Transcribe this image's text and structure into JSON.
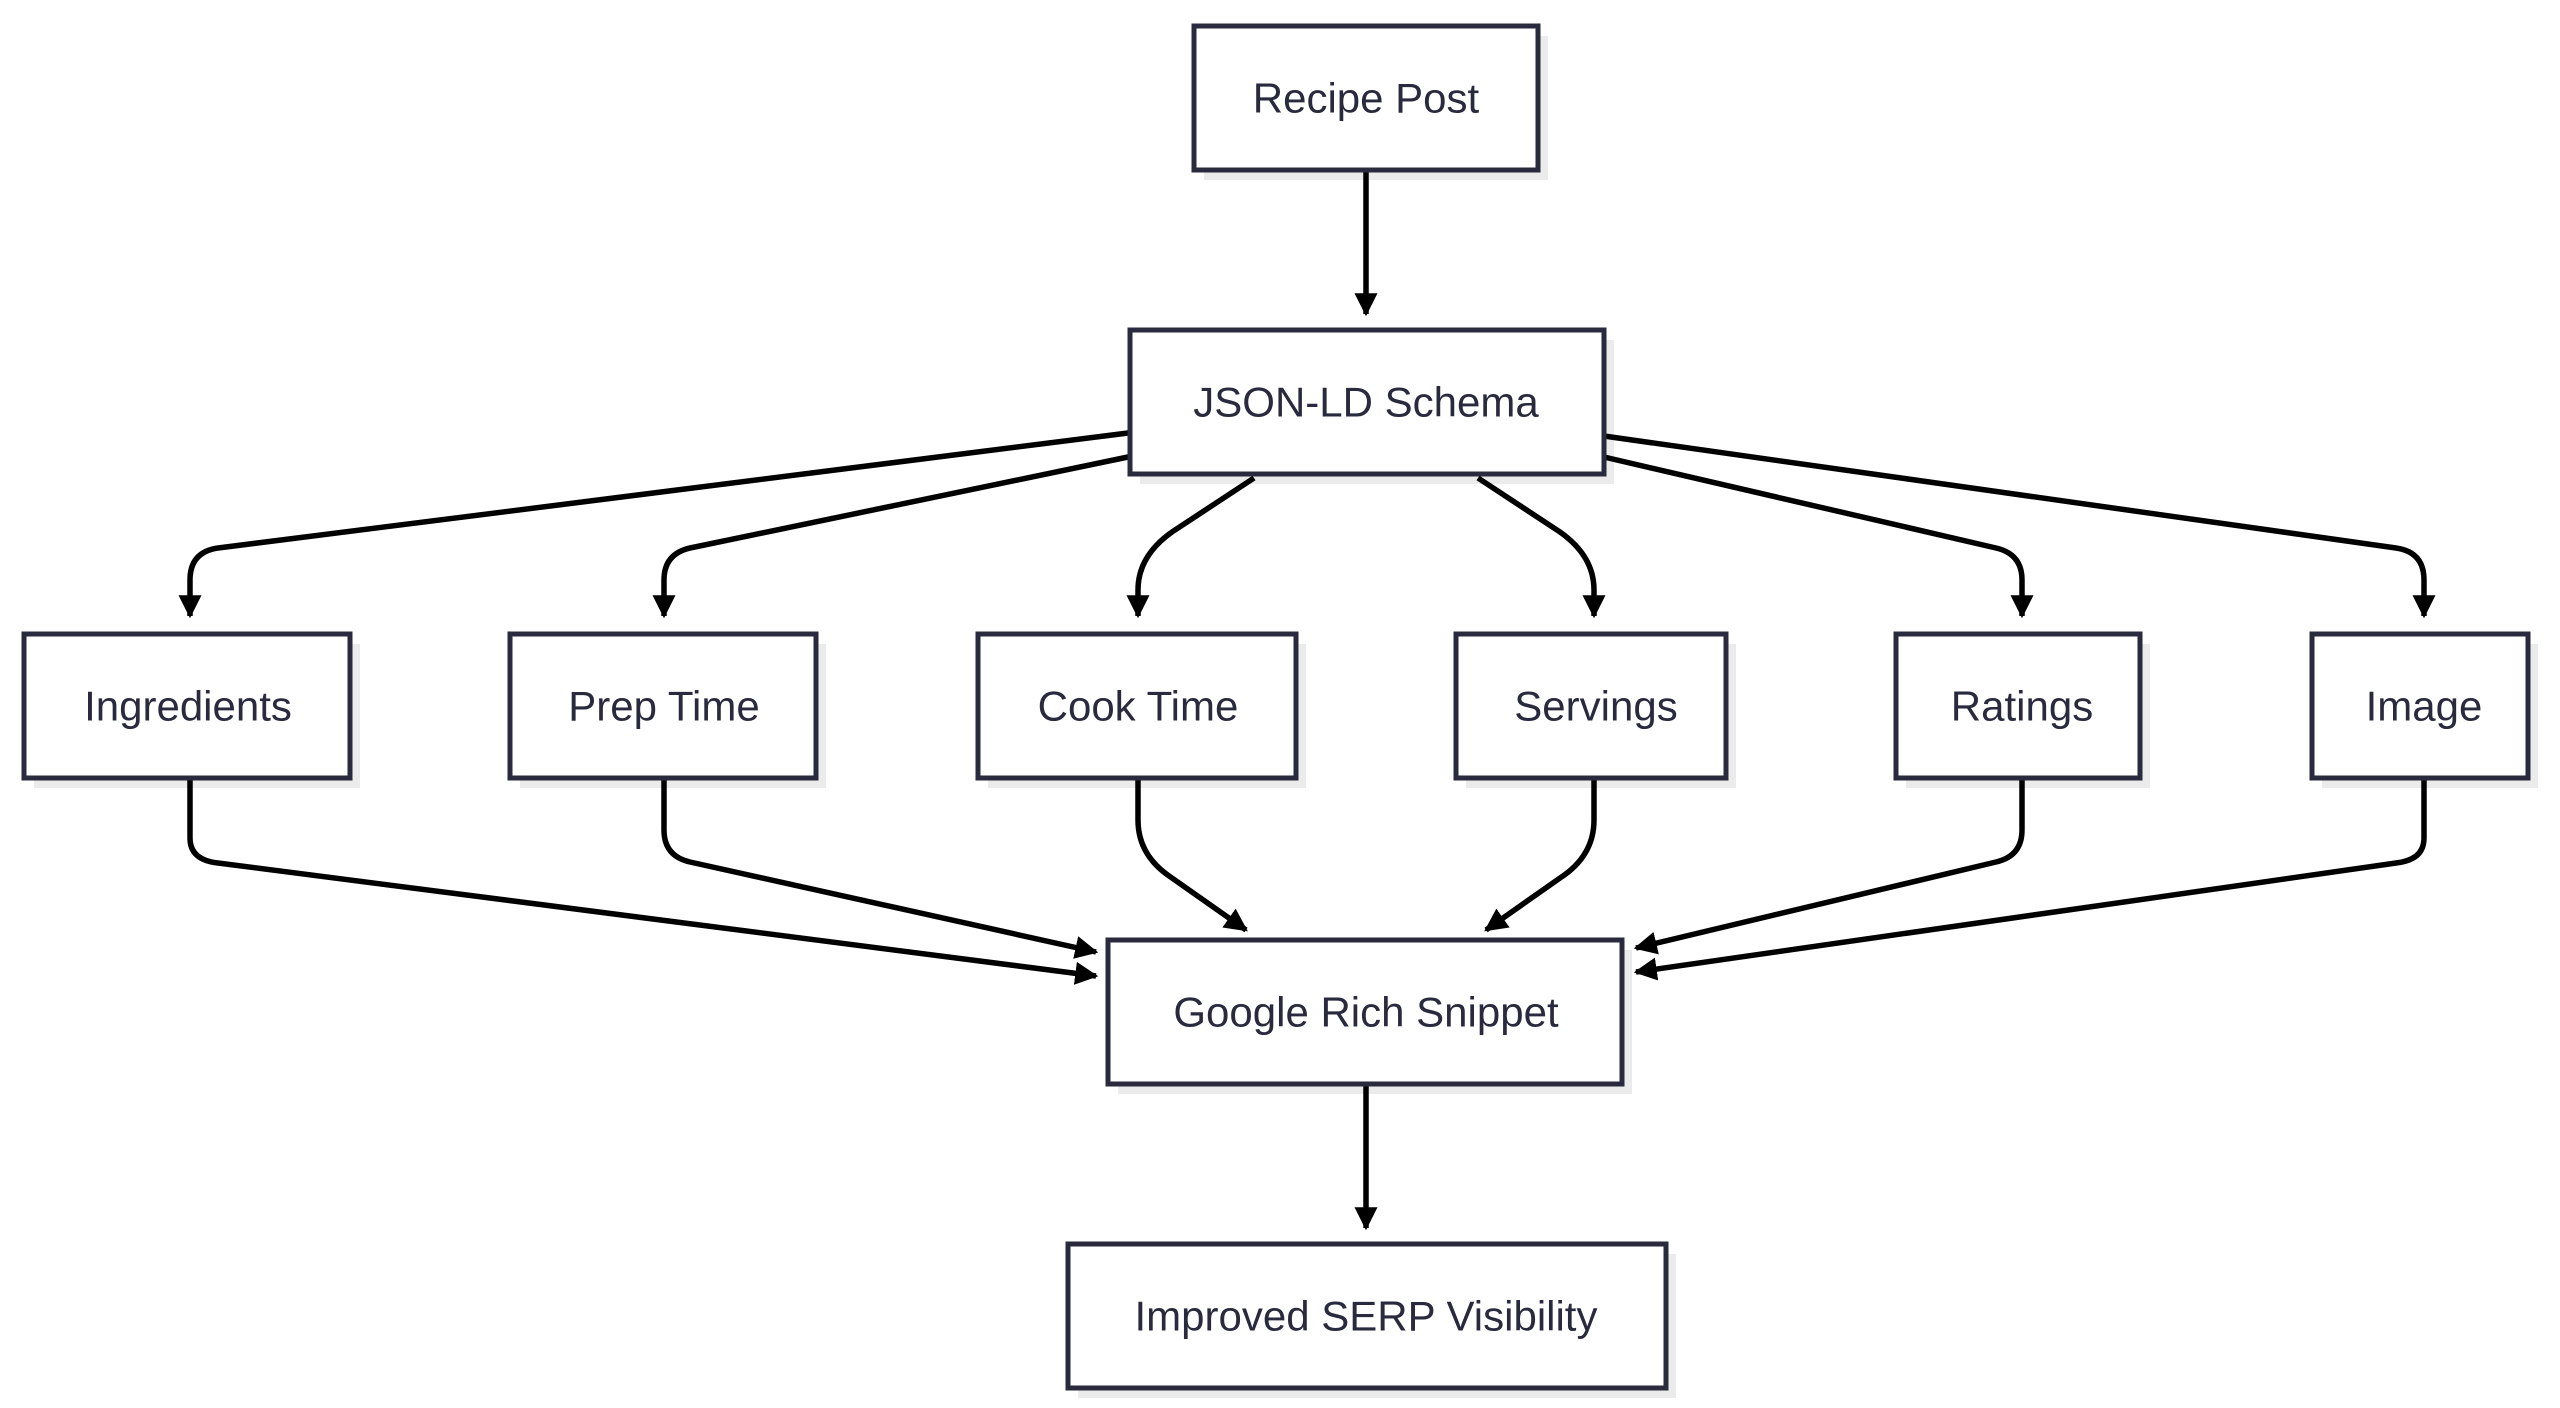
{
  "diagram": {
    "type": "flowchart",
    "direction": "top-down",
    "colors": {
      "node_fill": "#ffffff",
      "node_border": "#2a2a3e",
      "text": "#2a2a3e",
      "edge": "#000000"
    },
    "nodes": {
      "recipe_post": "Recipe Post",
      "json_ld": "JSON-LD Schema",
      "ingredients": "Ingredients",
      "prep_time": "Prep Time",
      "cook_time": "Cook Time",
      "servings": "Servings",
      "ratings": "Ratings",
      "image": "Image",
      "rich_snippet": "Google Rich Snippet",
      "serp": "Improved SERP Visibility"
    },
    "edges": [
      {
        "from": "recipe_post",
        "to": "json_ld"
      },
      {
        "from": "json_ld",
        "to": "ingredients"
      },
      {
        "from": "json_ld",
        "to": "prep_time"
      },
      {
        "from": "json_ld",
        "to": "cook_time"
      },
      {
        "from": "json_ld",
        "to": "servings"
      },
      {
        "from": "json_ld",
        "to": "ratings"
      },
      {
        "from": "json_ld",
        "to": "image"
      },
      {
        "from": "ingredients",
        "to": "rich_snippet"
      },
      {
        "from": "prep_time",
        "to": "rich_snippet"
      },
      {
        "from": "cook_time",
        "to": "rich_snippet"
      },
      {
        "from": "servings",
        "to": "rich_snippet"
      },
      {
        "from": "ratings",
        "to": "rich_snippet"
      },
      {
        "from": "image",
        "to": "rich_snippet"
      },
      {
        "from": "rich_snippet",
        "to": "serp"
      }
    ]
  }
}
